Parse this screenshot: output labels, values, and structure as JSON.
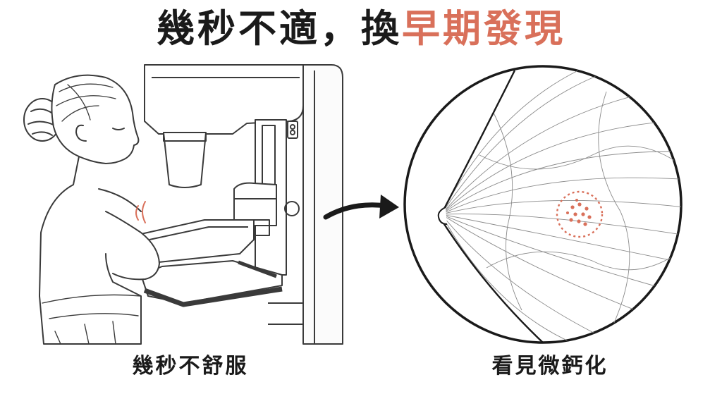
{
  "headline": {
    "part1": "幾秒不適，換",
    "part2": "早期發現"
  },
  "captions": {
    "left": "幾秒不舒服",
    "right": "看見微鈣化"
  },
  "colors": {
    "accent": "#d9705a",
    "ink": "#1a1a1a",
    "line": "#3a3a3a"
  },
  "icons": {
    "arrow": "curved-arrow-right-icon",
    "calcification": "microcalcification-cluster-icon"
  }
}
